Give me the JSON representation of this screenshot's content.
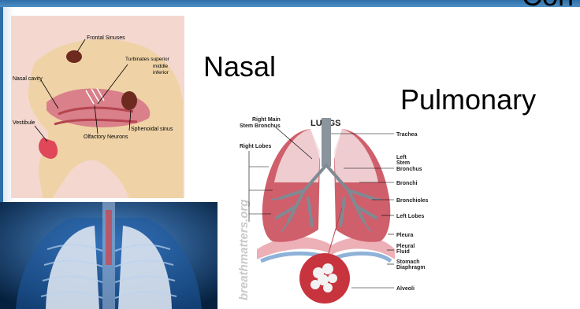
{
  "slide": {
    "title_cut": "Con",
    "nasal_label": "Nasal",
    "pulmonary_label": "Pulmonary"
  },
  "nasal_diagram": {
    "frontal_sinuses": "Frontal Sinuses",
    "turbinates_1": "Turbinates superior",
    "turbinates_2": "middle",
    "turbinates_3": "inferior",
    "nasal_cavity": "Nasal cavity",
    "vestibule": "Vestibule",
    "sphenoidal_sinus": "Sphenoidal sinus",
    "olfactory_neurons": "Olfactory Neurons"
  },
  "lungs_diagram": {
    "title": "LUNGS",
    "right_main_1": "Right Main",
    "right_main_2": "Stem Bronchus",
    "right_lobes": "Right Lobes",
    "trachea": "Trachea",
    "left_stem_1": "Left",
    "left_stem_2": "Stem",
    "left_stem_3": "Bronchus",
    "bronchi": "Bronchi",
    "bronchioles": "Bronchioles",
    "left_lobes": "Left Lobes",
    "pleura": "Pleura",
    "pleural_fluid_1": "Pleural",
    "pleural_fluid_2": "Fluid",
    "stomach_1": "Stomach",
    "diaphragm": "Diaphragm",
    "alveoli": "Alveoli",
    "watermark": "breathmatters.org"
  },
  "colors": {
    "frame_blue": "#2e6fa7",
    "lung_red": "#c8404e",
    "airway_gray": "#7f8a93",
    "xray_blue": "#0a2a55"
  }
}
